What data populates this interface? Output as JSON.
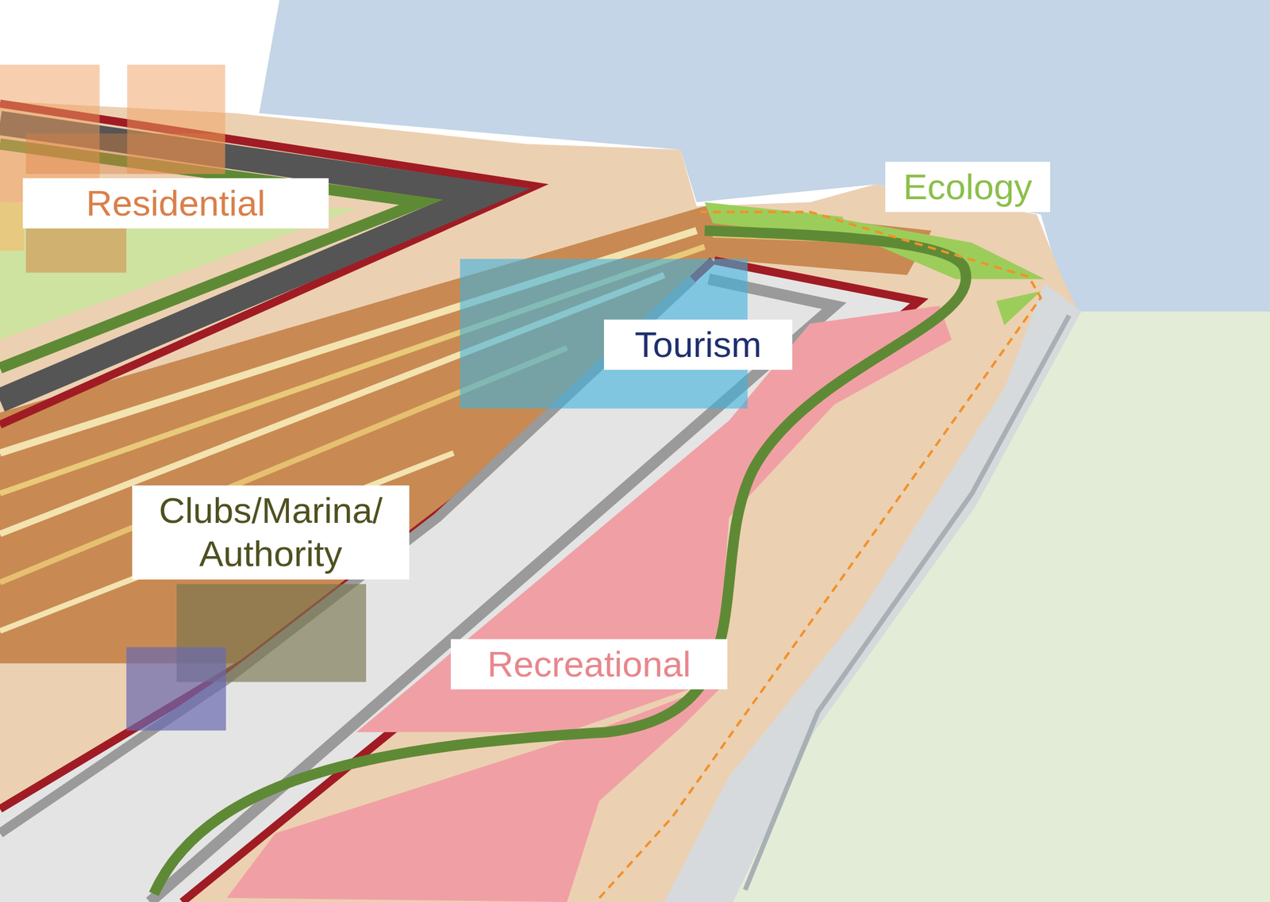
{
  "diagram": {
    "nodes": [
      {
        "text": [
          "Ecology"
        ]
      },
      {
        "text": [
          "Residential"
        ]
      },
      {
        "text": [
          "Tourism"
        ]
      },
      {
        "text": [
          "Clubs/Marina/ Authority"
        ]
      },
      {
        "text": [
          "Recreational"
        ]
      }
    ]
  }
}
